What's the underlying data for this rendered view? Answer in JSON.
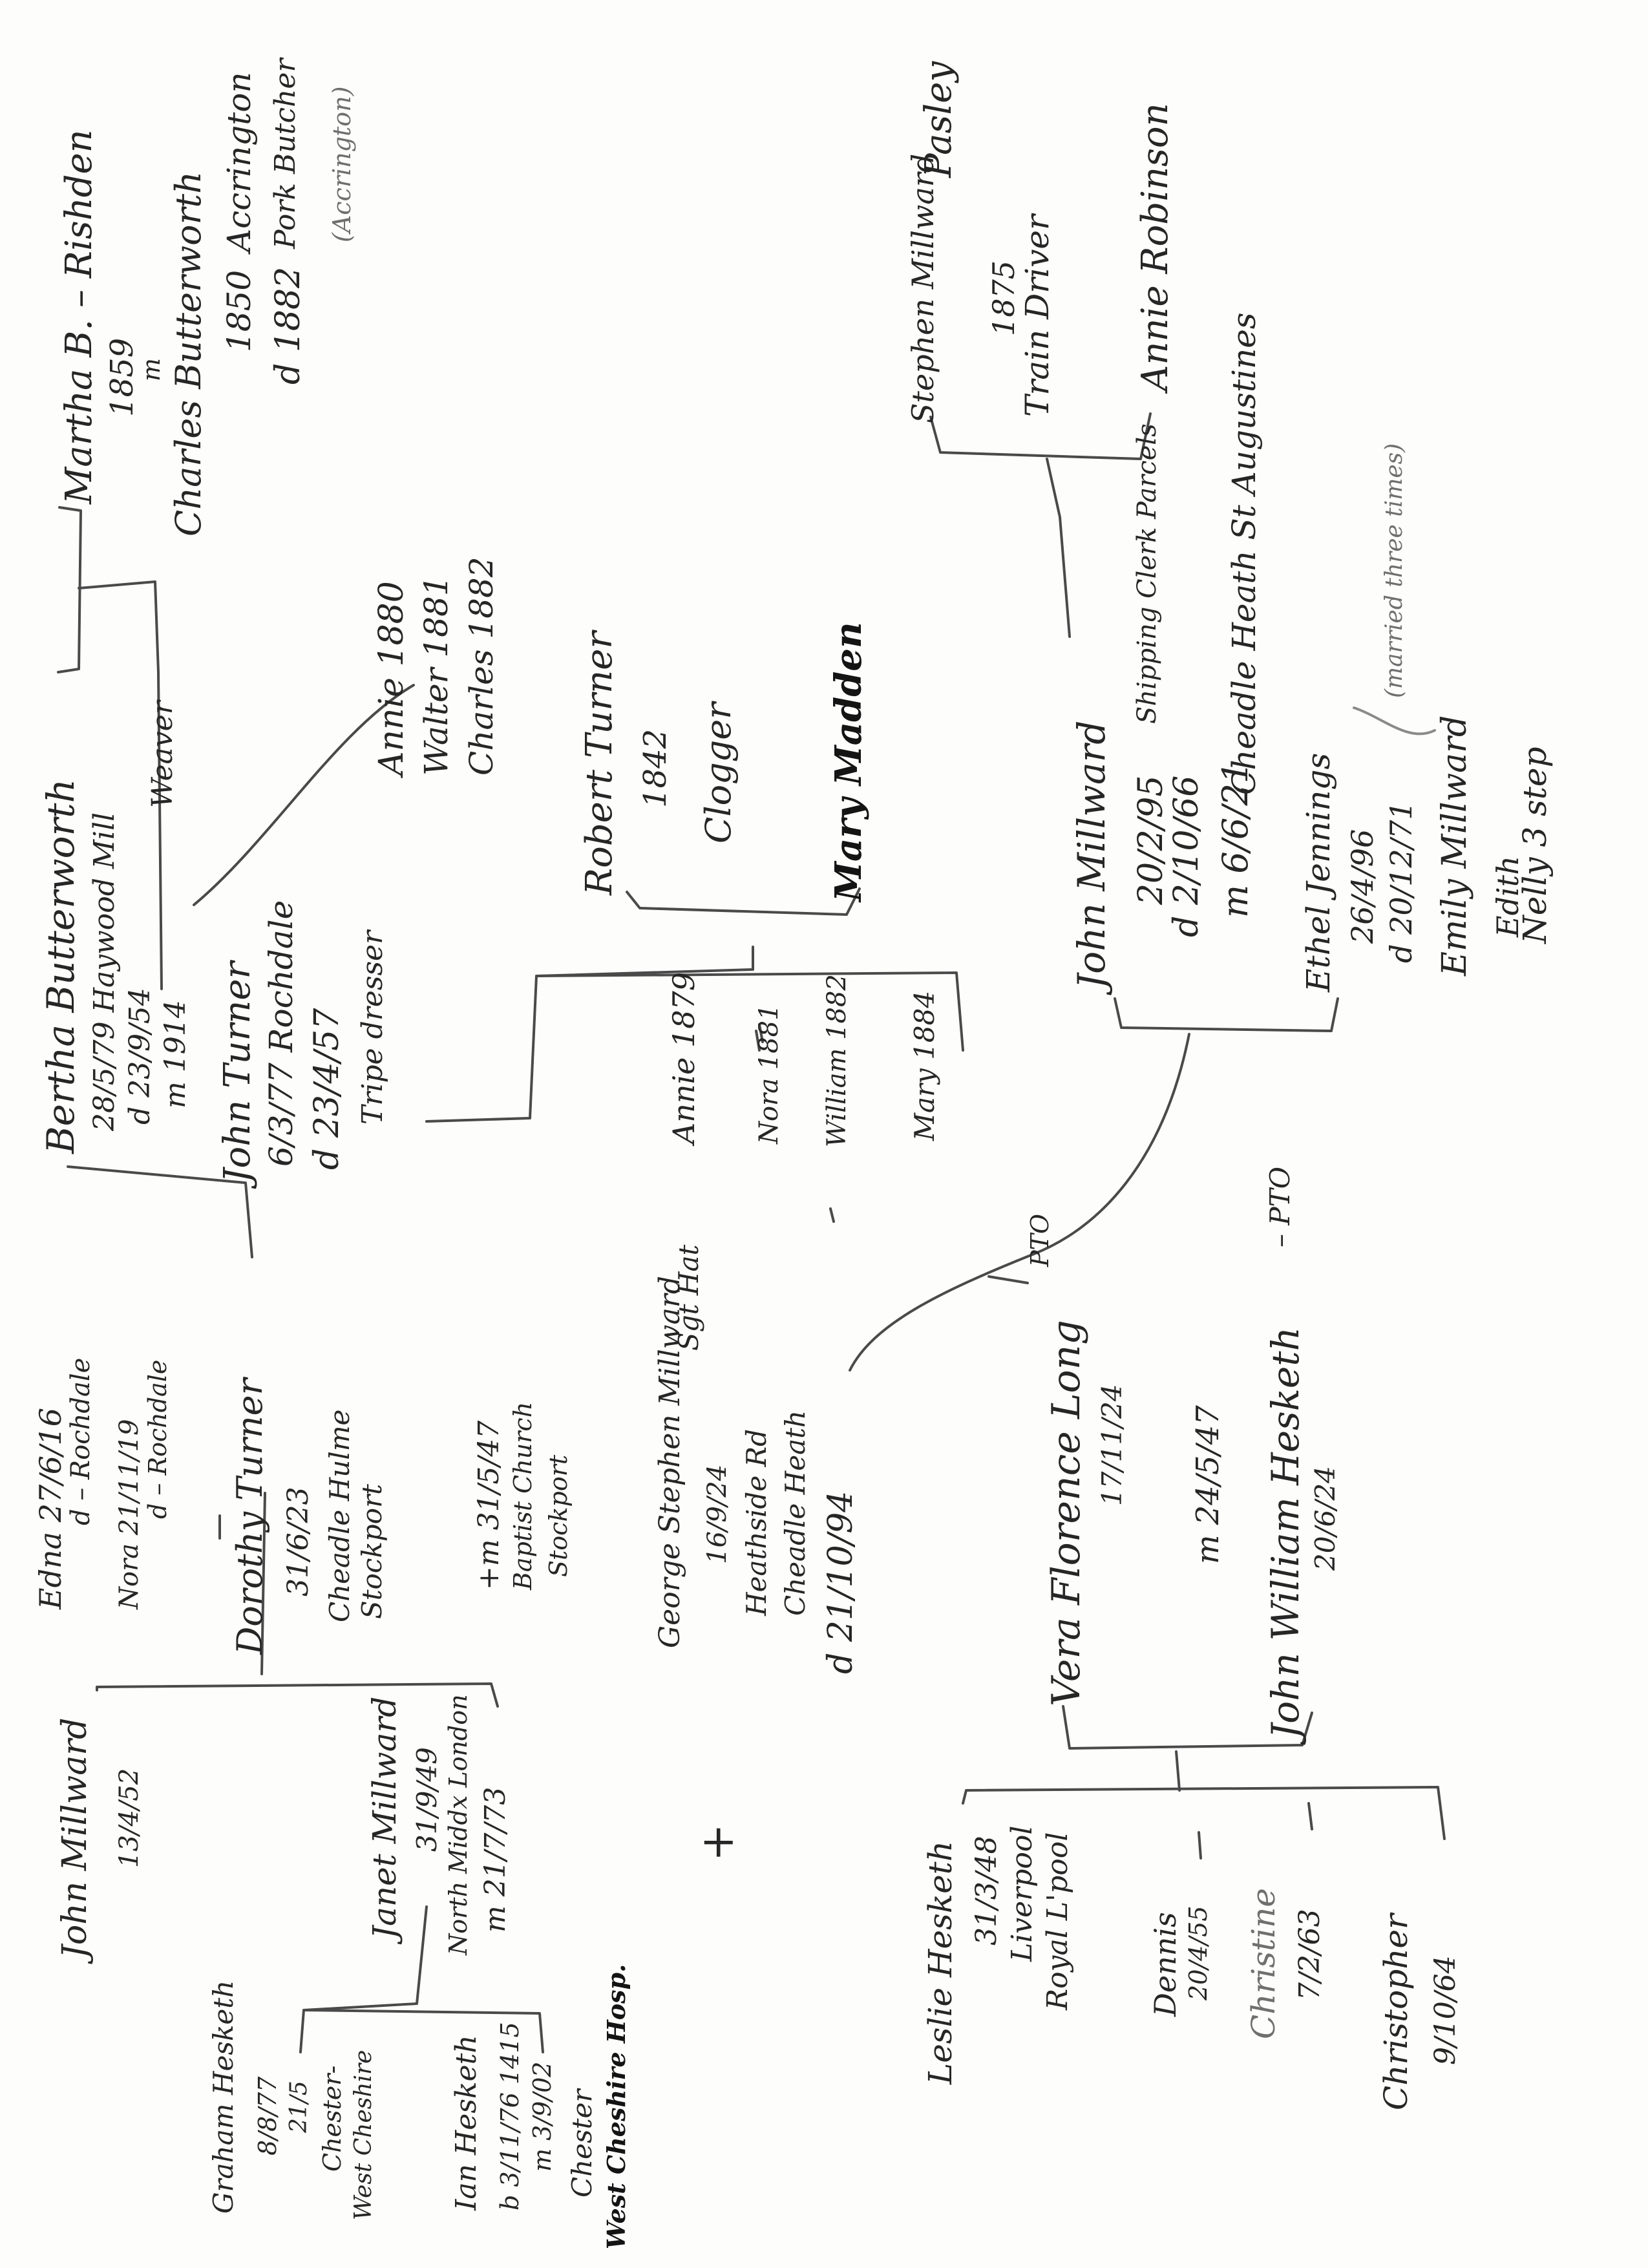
{
  "document": {
    "kind": "handwritten family tree (pencil)"
  },
  "labels": {
    "martha_b_name": "Martha B. – Rishden",
    "martha_b_year": "1859",
    "martha_m": "m",
    "charles_b_name": "Charles Butterworth",
    "charles_b_year": "1850",
    "charles_b_death": "d 1882",
    "charles_b_place": "Accrington",
    "charles_b_occupation": "Pork Butcher",
    "charles_b_place2": "(Accrington)",
    "bertha_name": "Bertha Butterworth",
    "bertha_birth": "28/5/79   Haywood Mill",
    "bertha_death": "d 23/9/54",
    "bertha_occupation": "Weaver",
    "bertha_marriage": "m 1914",
    "annie_b": "Annie 1880",
    "walter_b": "Walter 1881",
    "charles_b_child": "Charles 1882",
    "john_turner_name": "John Turner",
    "john_turner_birth": "6/3/77 Rochdale",
    "john_turner_death": "d 23/4/57",
    "john_turner_occupation": "Tripe dresser",
    "robert_turner_name": "Robert Turner",
    "robert_turner_year": "1842",
    "robert_turner_occupation": "Clogger",
    "mary_madden": "Mary Madden",
    "annie_t": "Annie 1879",
    "nora_t": "Nora 1881",
    "william_t": "William 1882",
    "mary_t": "Mary 1884",
    "stephen_name": "Stephen Millward",
    "stephen_year": "1875",
    "stephen_occupation": "Train Driver",
    "stephen_pasley": "Pasley",
    "annie_robinson": "Annie Robinson",
    "john_millward_name": "John Millward",
    "john_millward_birth": "20/2/95",
    "john_millward_death": "d 2/10/66",
    "john_millward_marriage": "m 6/6/21",
    "john_millward_occupation": "Shipping Clerk Parcels",
    "john_millward_church": "Cheadle Heath St Augustines",
    "ethel_name": "Ethel Jennings",
    "ethel_birth": "26/4/96",
    "ethel_death": "d 20/12/71",
    "ethel_emily": "Emily Millward",
    "ethel_edith": "Edith",
    "ethel_nelly": "Nelly 3 step",
    "ethel_note": "(married three times)",
    "edna": "Edna 27/6/16",
    "edna_place": "d – Rochdale",
    "nora": "Nora 21/11/19",
    "nora_place": "d – Rochdale",
    "dorothy_name": "Dorothy Turner",
    "dorothy_birth": "31/6/23",
    "dorothy_place": "Cheadle Hulme",
    "dorothy_place2": "Stockport",
    "dorothy_marriage": "+m 31/5/47",
    "dorothy_church": "Baptist Church",
    "dorothy_church_place": "Stockport",
    "george_name": "George Stephen Millward",
    "george_birth": "16/9/24",
    "george_address": "Heathside Rd",
    "george_place": "Cheadle Heath",
    "george_death": "d 21/10/94",
    "george_rank": "Sgt Hat",
    "george_pto": "PTO",
    "vera_name": "Vera Florence Long",
    "vera_birth": "17/11/24",
    "vera_marriage": "m 24/5/47",
    "john_hesketh_name": "John William Hesketh",
    "john_hesketh_pto": "– PTO",
    "john_hesketh_birth": "20/6/24",
    "john_m_name": "John Millward",
    "john_m_birth": "13/4/52",
    "janet_name": "Janet Millward",
    "janet_birth": "31/9/49",
    "janet_place": "North Middx London",
    "janet_marriage": "m 21/7/73",
    "graham_name": "Graham Hesketh",
    "graham_birth": "8/8/77",
    "graham_date2": "21/5",
    "graham_place": "Chester-",
    "graham_place2": "West Cheshire",
    "ian_name": "Ian Hesketh",
    "ian_birth": "b 3/11/76 1415",
    "ian_marriage": "m 3/9/02",
    "ian_place": "Chester",
    "ian_place2": "West Cheshire Hosp.",
    "plus": "+",
    "leslie_name": "Leslie Hesketh",
    "leslie_birth": "31/3/48",
    "leslie_place": "Liverpool",
    "leslie_place2": "Royal L'pool",
    "dennis_name": "Dennis",
    "dennis_birth": "20/4/55",
    "christine_name": "Christine",
    "christine_birth": "7/2/63",
    "christopher_name": "Christopher",
    "christopher_birth": "9/10/64"
  }
}
